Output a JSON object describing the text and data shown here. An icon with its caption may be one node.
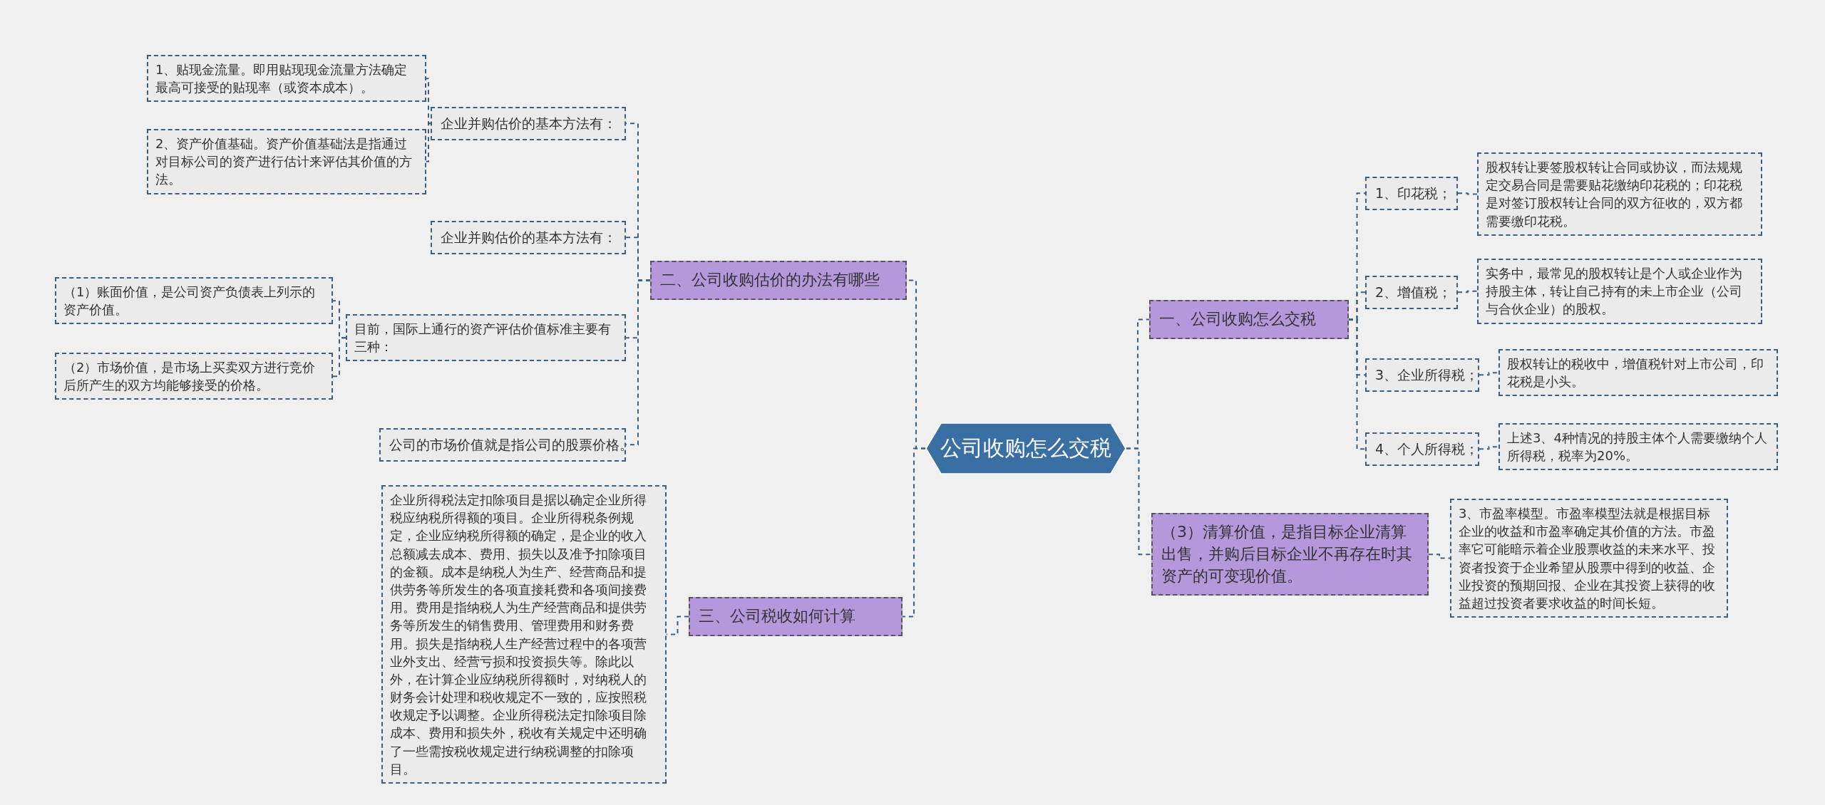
{
  "diagram": {
    "nodes": [
      {
        "text": [
          "公司收购怎么交税"
        ]
      },
      {
        "text": [
          "一、公司收购怎么交税"
        ]
      },
      {
        "text": [
          "1、印花税；"
        ]
      },
      {
        "text": [
          "股权转让要签股权转让合同或协议，而法规规定交易合同是需要贴花缴纳印花税的；印花税是对签订股权转让合同的双方征收的，双方都需要缴印花税。"
        ]
      },
      {
        "text": [
          "2、增值税；"
        ]
      },
      {
        "text": [
          "实务中，最常见的股权转让是个人或企业作为持股主体，转让自己持有的未上市企业（公司与合伙企业）的股权。"
        ]
      },
      {
        "text": [
          "3、企业所得税；"
        ]
      },
      {
        "text": [
          "股权转让的税收中，增值税针对上市公司，印花税是小头。"
        ]
      },
      {
        "text": [
          "4、个人所得税；"
        ]
      },
      {
        "text": [
          "上述3、4种情况的持股主体个人需要缴纳个人所得税，税率为20%。"
        ]
      },
      {
        "text": [
          "（3）清算价值，是指目标企业清算出售，并购后目标企业不再存在时其资产的可变现价值。"
        ]
      },
      {
        "text": [
          "3、市盈率模型。市盈率模型法就是根据目标企业的收益和市盈率确定其价值的方法。市盈率它可能暗示着企业股票收益的未来水平、投资者投资于企业希望从股票中得到的收益、企业投资的预期回报、企业在其投资上获得的收益超过投资者要求收益的时间长短。"
        ]
      },
      {
        "text": [
          "二、公司收购估价的办法有哪些"
        ]
      },
      {
        "text": [
          "企业并购估价的基本方法有："
        ]
      },
      {
        "text": [
          "1、贴现金流量。即用贴现现金流量方法确定最高可接受的贴现率（或资本成本）。"
        ]
      },
      {
        "text": [
          "2、资产价值基础。资产价值基础法是指通过对目标公司的资产进行估计来评估其价值的方法。"
        ]
      },
      {
        "text": [
          "企业并购估价的基本方法有："
        ]
      },
      {
        "text": [
          "目前，国际上通行的资产评估价值标准主要有三种："
        ]
      },
      {
        "text": [
          "（1）账面价值，是公司资产负债表上列示的资产价值。"
        ]
      },
      {
        "text": [
          "（2）市场价值，是市场上买卖双方进行竞价后所产生的双方均能够接受的价格。"
        ]
      },
      {
        "text": [
          "公司的市场价值就是指公司的股票价格。"
        ]
      },
      {
        "text": [
          "三、公司税收如何计算"
        ]
      },
      {
        "text": [
          "企业所得税法定扣除项目是据以确定企业所得税应纳税所得额的项目。企业所得税条例规定，企业应纳税所得额的确定，是企业的收入总额减去成本、费用、损失以及准予扣除项目的金额。成本是纳税人为生产、经营商品和提供劳务等所发生的各项直接耗费和各项间接费用。费用是指纳税人为生产经营商品和提供劳务等所发生的销售费用、管理费用和财务费用。损失是指纳税人生产经营过程中的各项营业外支出、经营亏损和投资损失等。除此以外，在计算企业应纳税所得额时，对纳税人的财务会计处理和税收规定不一致的，应按照税收规定予以调整。企业所得税法定扣除项目除成本、费用和损失外，税收有关规定中还明确了一些需按税收规定进行纳税调整的扣除项目。"
        ]
      }
    ],
    "edges": [
      {
        "from": 0,
        "to": 1,
        "arrow": "none",
        "style": "dashed"
      },
      {
        "from": 1,
        "to": 2,
        "arrow": "none",
        "style": "dashed"
      },
      {
        "from": 2,
        "to": 3,
        "arrow": "none",
        "style": "dashed"
      },
      {
        "from": 1,
        "to": 4,
        "arrow": "none",
        "style": "dashed"
      },
      {
        "from": 4,
        "to": 5,
        "arrow": "none",
        "style": "dashed"
      },
      {
        "from": 1,
        "to": 6,
        "arrow": "none",
        "style": "dashed"
      },
      {
        "from": 6,
        "to": 7,
        "arrow": "none",
        "style": "dashed"
      },
      {
        "from": 1,
        "to": 8,
        "arrow": "none",
        "style": "dashed"
      },
      {
        "from": 8,
        "to": 9,
        "arrow": "none",
        "style": "dashed"
      },
      {
        "from": 0,
        "to": 10,
        "arrow": "none",
        "style": "dashed"
      },
      {
        "from": 10,
        "to": 11,
        "arrow": "none",
        "style": "dashed"
      },
      {
        "from": 0,
        "to": 12,
        "arrow": "none",
        "style": "dashed"
      },
      {
        "from": 12,
        "to": 13,
        "arrow": "none",
        "style": "dashed"
      },
      {
        "from": 13,
        "to": 14,
        "arrow": "none",
        "style": "dashed"
      },
      {
        "from": 13,
        "to": 15,
        "arrow": "none",
        "style": "dashed"
      },
      {
        "from": 12,
        "to": 16,
        "arrow": "none",
        "style": "dashed"
      },
      {
        "from": 12,
        "to": 17,
        "arrow": "none",
        "style": "dashed"
      },
      {
        "from": 17,
        "to": 18,
        "arrow": "none",
        "style": "dashed"
      },
      {
        "from": 17,
        "to": 19,
        "arrow": "none",
        "style": "dashed"
      },
      {
        "from": 12,
        "to": 20,
        "arrow": "none",
        "style": "dashed"
      },
      {
        "from": 0,
        "to": 21,
        "arrow": "none",
        "style": "dashed"
      },
      {
        "from": 21,
        "to": 22,
        "arrow": "none",
        "style": "dashed"
      }
    ]
  }
}
